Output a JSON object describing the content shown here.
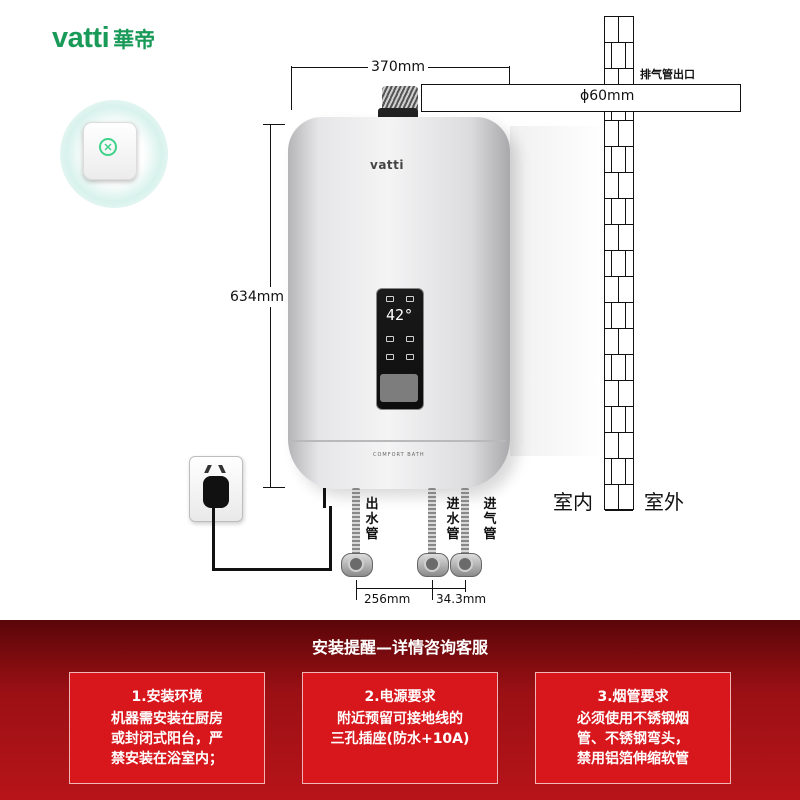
{
  "brand": {
    "latin": "vatti",
    "cn": "華帝",
    "color": "#1a9a58"
  },
  "heater": {
    "brand": "vatti",
    "temperature": "42°",
    "series": "COMFORT BATH",
    "width_dim": "370mm",
    "height_dim": "634mm"
  },
  "exhaust": {
    "label": "排气管出口",
    "diameter": "ϕ60mm"
  },
  "wall": {
    "indoor": "室内",
    "outdoor": "室外"
  },
  "pipes": {
    "outlet": "出水管",
    "inlet_water": "进水管",
    "inlet_gas": "进气管",
    "spacing_1": "256mm",
    "spacing_2": "34.3mm"
  },
  "reminder": {
    "title": "安装提醒—详情咨询客服",
    "background": "#b71419",
    "cards": [
      {
        "heading": "1.安装环境",
        "lines": [
          "机器需安装在厨房",
          "或封闭式阳台，严",
          "禁安装在浴室内；"
        ]
      },
      {
        "heading": "2.电源要求",
        "lines": [
          "附近预留可接地线的",
          "三孔插座(防水+10A)"
        ]
      },
      {
        "heading": "3.烟管要求",
        "lines": [
          "必须使用不锈钢烟",
          "管、不锈钢弯头，",
          "禁用铝箔伸缩软管"
        ]
      }
    ]
  }
}
